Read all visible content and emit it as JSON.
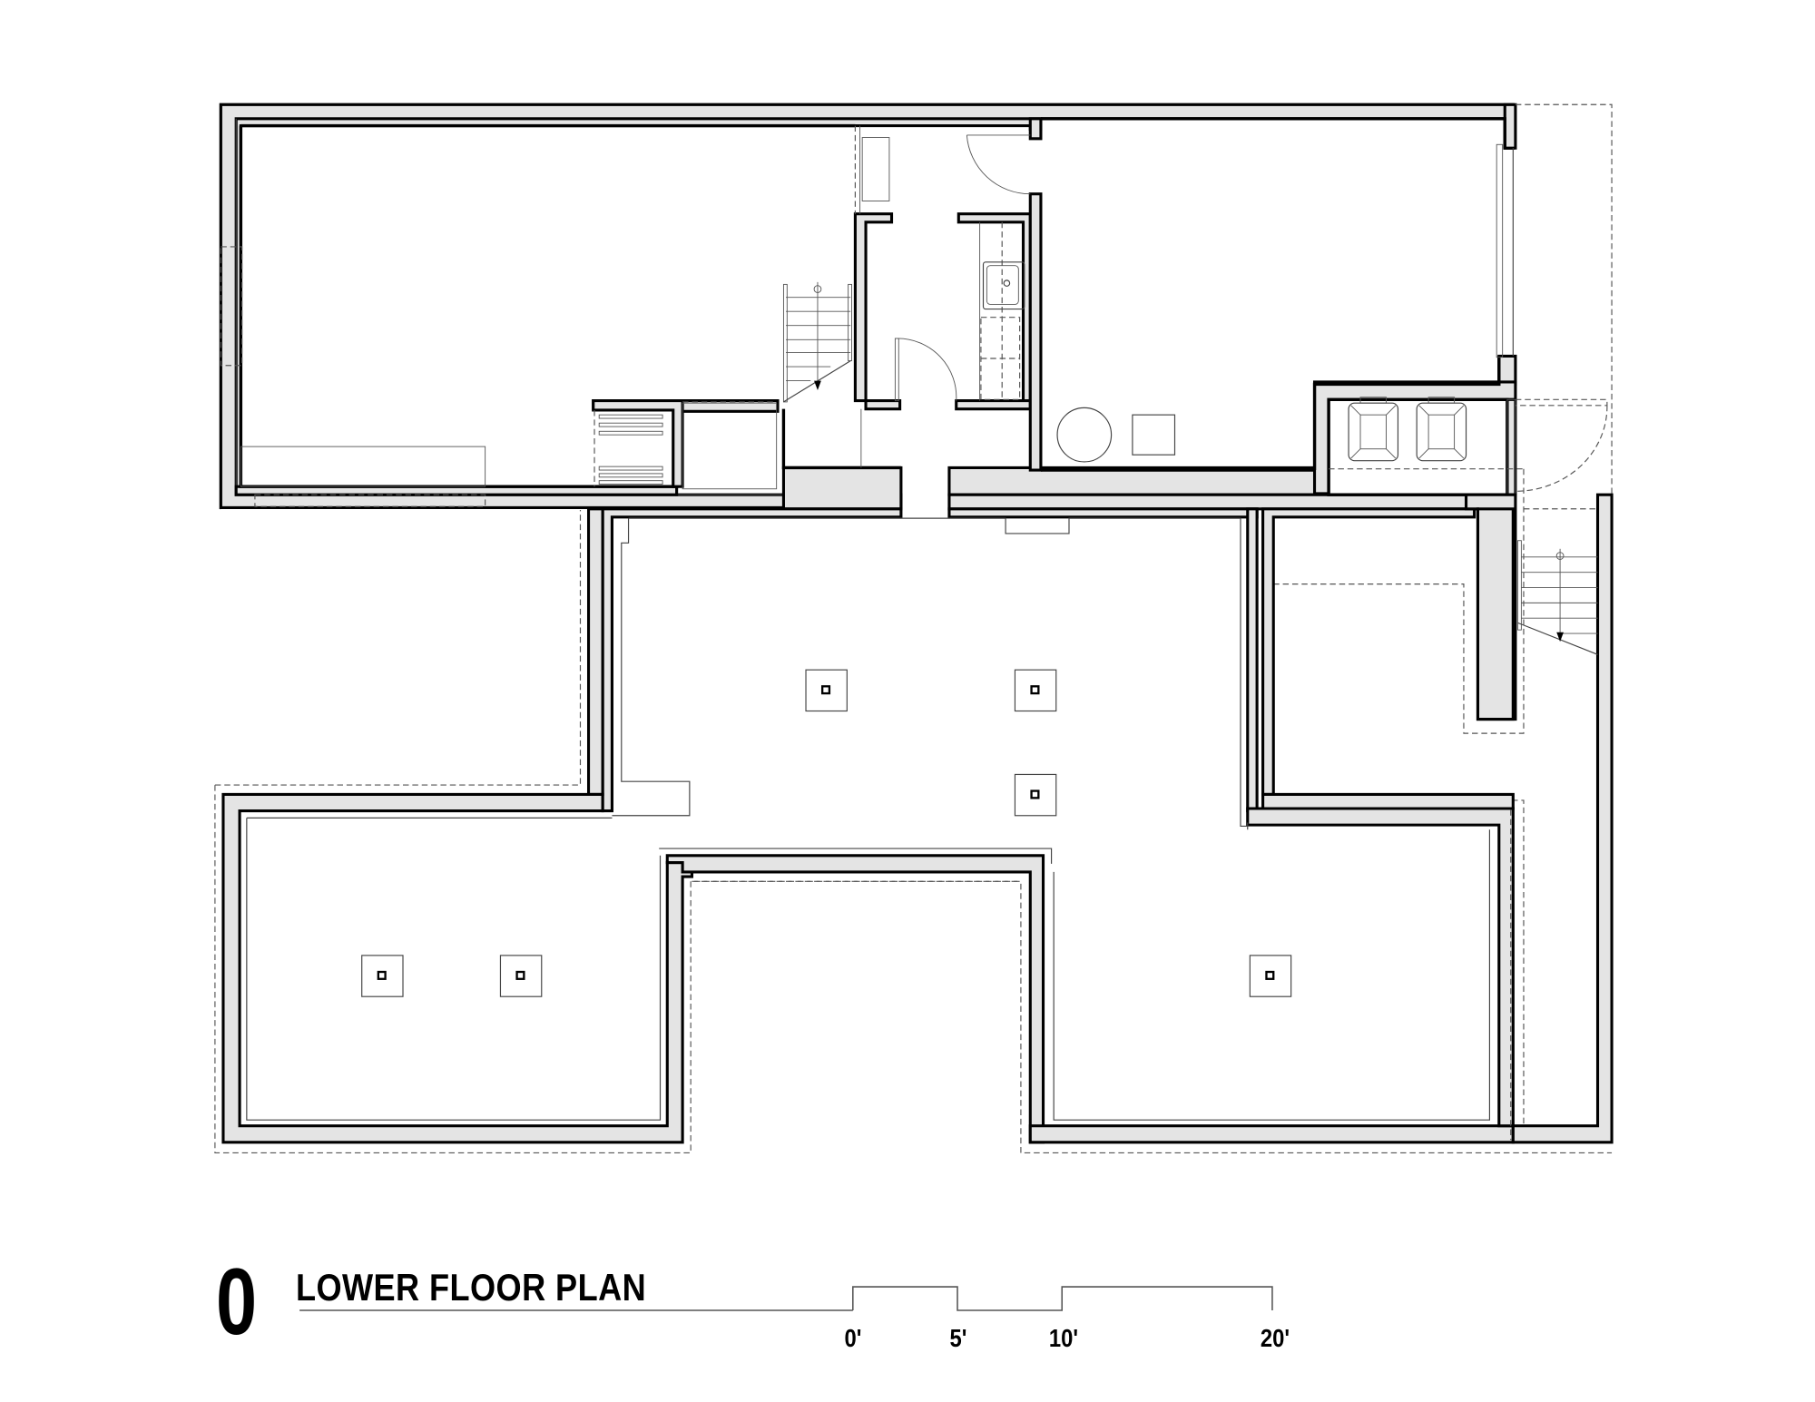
{
  "drawing": {
    "number": "0",
    "title": "LOWER FLOOR PLAN",
    "type": "architectural floor plan"
  },
  "scale_bar": {
    "labels": [
      "0'",
      "5'",
      "10'",
      "20'"
    ],
    "units": "feet"
  },
  "elements": {
    "columns_count": 6,
    "stairs": [
      "interior stair (upper center)",
      "exterior stair (right)"
    ],
    "fixtures": [
      "sink",
      "shower (dashed)",
      "water heater (circle)",
      "furnace/box",
      "washer",
      "dryer"
    ],
    "doors": [
      "bathroom entry swing door",
      "utility swing door",
      "exterior door (dashed swing)"
    ]
  },
  "colors": {
    "wall_fill": "#e4e4e4",
    "line": "#000000",
    "background": "#ffffff"
  }
}
